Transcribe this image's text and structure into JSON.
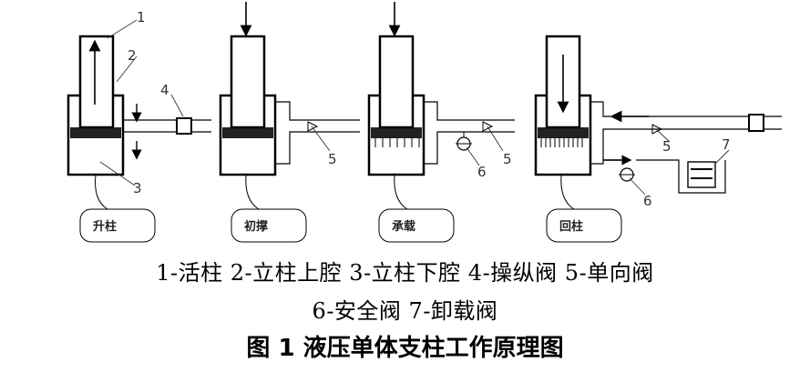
{
  "stages": [
    "升柱",
    "初撑",
    "承载",
    "回柱"
  ],
  "part_numbers": [
    "1",
    "2",
    "3",
    "4",
    "5",
    "5",
    "6",
    "5",
    "6",
    "7"
  ],
  "legend_line_1": "1-活柱  2-立柱上腔  3-立柱下腔  4-操纵阀  5-单向阀",
  "legend_line_2": "6-安全阀  7-卸载阀",
  "caption": "图 1  液压单体支柱工作原理图"
}
